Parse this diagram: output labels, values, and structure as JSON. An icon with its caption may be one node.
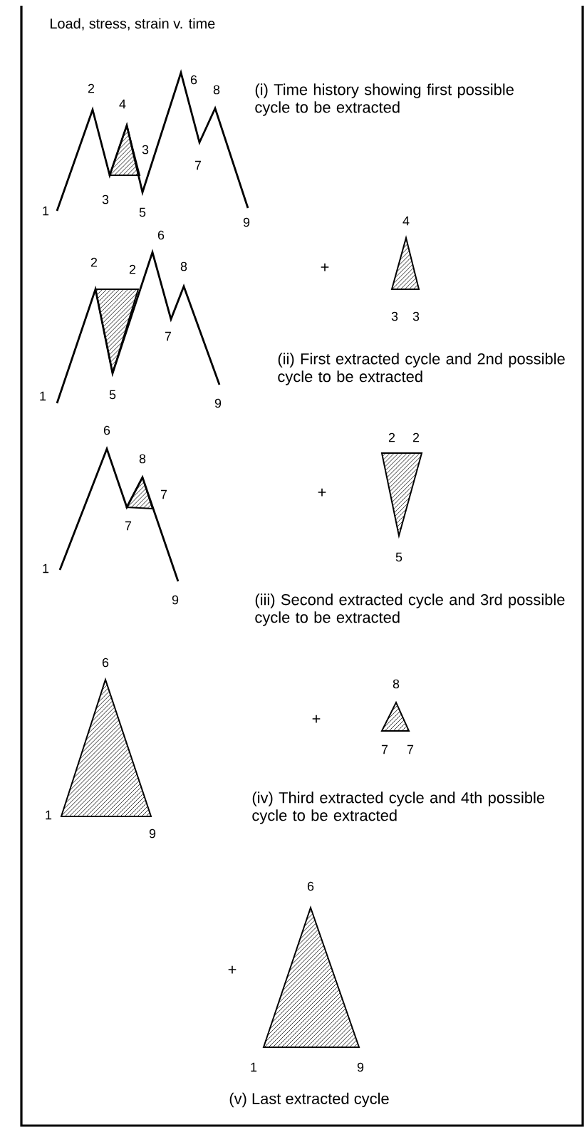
{
  "diagram": {
    "labels": [
      "Load, stress, strain v. time",
      "2",
      "6",
      "8",
      "(i) Time history showing first possible cycle to be extracted",
      "4",
      "3",
      "7",
      "1",
      "3",
      "5",
      "9",
      "4",
      "6",
      "2",
      "2",
      "8",
      "+",
      "3",
      "3",
      "7",
      "(ii) First extracted cycle and 2nd possible cycle to be extracted",
      "1",
      "5",
      "9",
      "6",
      "2",
      "2",
      "8",
      "7",
      "+",
      "7",
      "5",
      "1",
      "9",
      "(iii) Second extracted cycle and 3rd possible cycle to be extracted",
      "6",
      "8",
      "+",
      "7",
      "7",
      "(iv) Third extracted cycle and 4th possible cycle to be extracted",
      "1",
      "9",
      "6",
      "+",
      "1",
      "9",
      "(v) Last extracted cycle"
    ]
  }
}
